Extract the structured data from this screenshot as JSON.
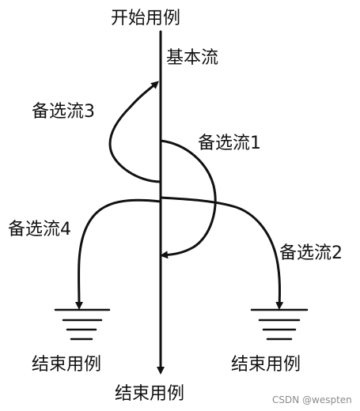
{
  "labels": {
    "start": "开始用例",
    "basic_flow": "基本流",
    "alt_flow_3": "备选流3",
    "alt_flow_1": "备选流1",
    "alt_flow_4": "备选流4",
    "alt_flow_2": "备选流2",
    "end_left": "结束用例",
    "end_right": "结束用例",
    "end_bottom": "结束用例"
  },
  "watermark": "CSDN @wespten"
}
